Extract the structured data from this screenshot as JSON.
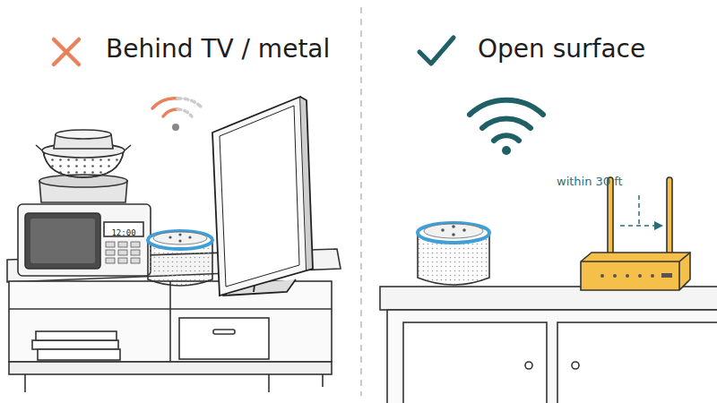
{
  "diagram": {
    "labels": [
      "Behind TV / metal",
      "Open surface",
      "12:00",
      "within 30 ft"
    ]
  }
}
